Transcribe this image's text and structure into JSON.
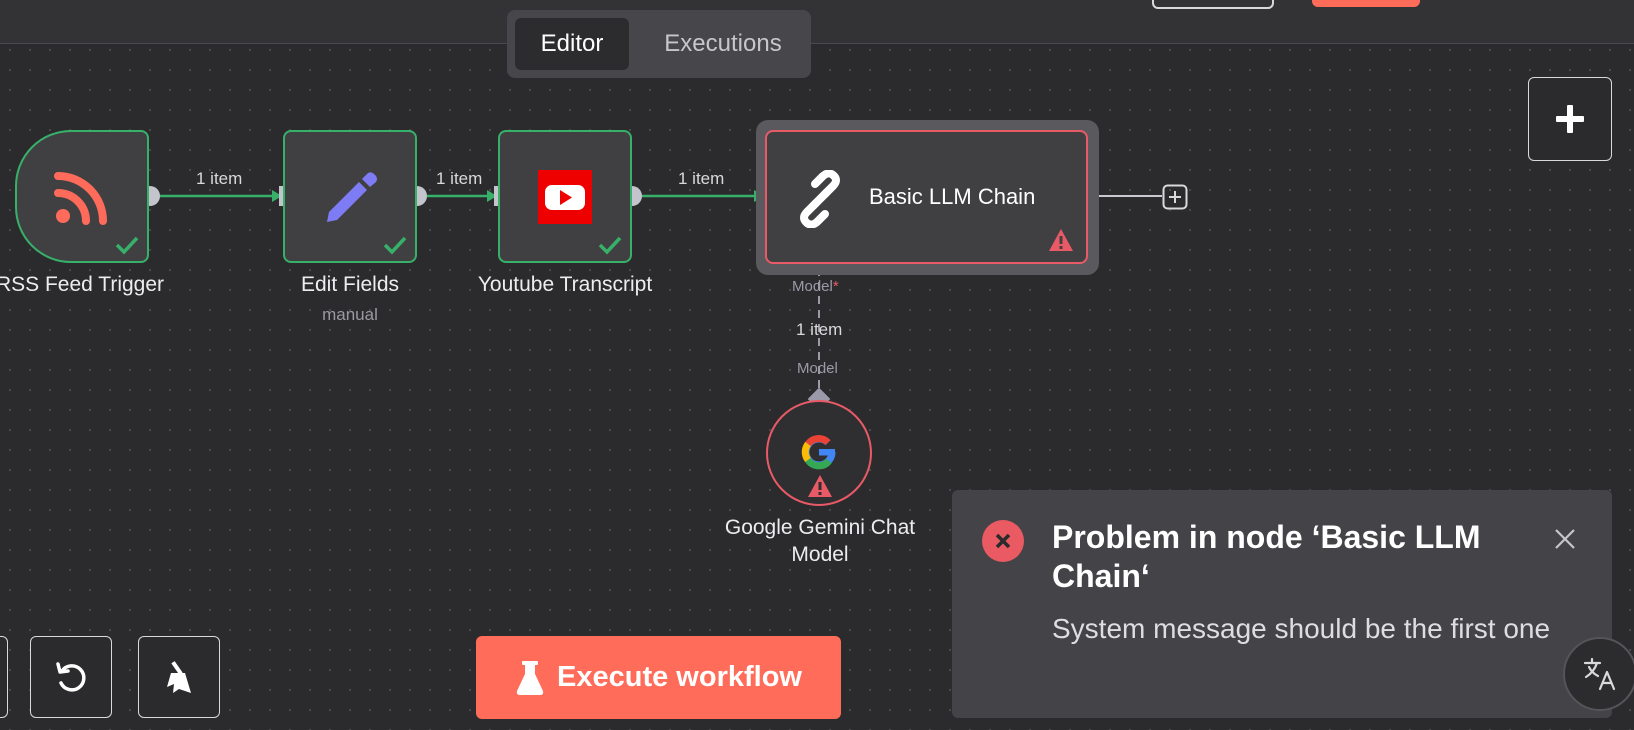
{
  "tabs": {
    "editor": "Editor",
    "executions": "Executions"
  },
  "nodes": {
    "rss": {
      "label": "RSS Feed Trigger"
    },
    "edit_fields": {
      "label": "Edit Fields",
      "sublabel": "manual"
    },
    "youtube": {
      "label": "Youtube Transcript"
    },
    "llm": {
      "label": "Basic LLM Chain"
    },
    "gemini": {
      "label_line1": "Google Gemini Chat",
      "label_line2": "Model"
    }
  },
  "edges": {
    "e1": "1 item",
    "e2": "1 item",
    "e3": "1 item",
    "model": "1 item"
  },
  "ports": {
    "model_required": "Model",
    "required_mark": "*",
    "model": "Model"
  },
  "toast": {
    "title": "Problem in node ‘Basic LLM Chain‘",
    "message": "System message should be the first one"
  },
  "execute_button": {
    "label": "Execute workflow"
  },
  "colors": {
    "accent": "#ff6d5a",
    "success": "#37b06a",
    "error": "#e85a66",
    "rss": "#ff6b5b",
    "edit": "#7e7cf4",
    "youtube_red": "#ee0000"
  }
}
